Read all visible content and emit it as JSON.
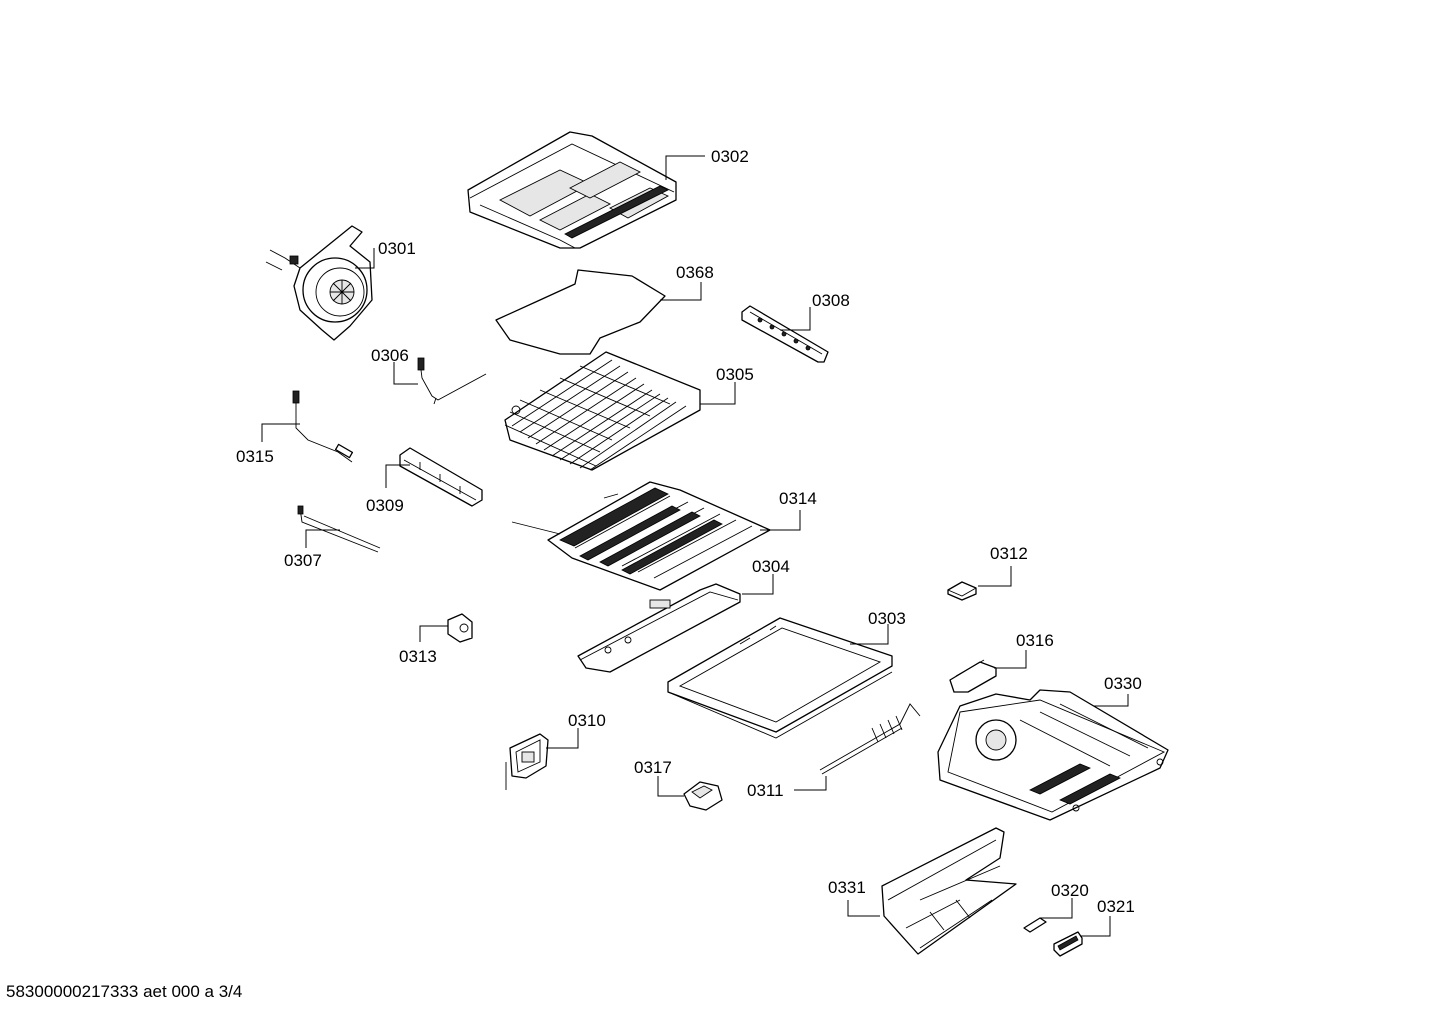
{
  "labels": {
    "p0302": "0302",
    "p0301": "0301",
    "p0368": "0368",
    "p0308": "0308",
    "p0306": "0306",
    "p0305": "0305",
    "p0315": "0315",
    "p0309": "0309",
    "p0314": "0314",
    "p0307": "0307",
    "p0312": "0312",
    "p0304": "0304",
    "p0303": "0303",
    "p0313": "0313",
    "p0316": "0316",
    "p0330": "0330",
    "p0310": "0310",
    "p0317": "0317",
    "p0311": "0311",
    "p0331": "0331",
    "p0320": "0320",
    "p0321": "0321"
  },
  "footer": "58300000217333 aet 000 a 3/4"
}
